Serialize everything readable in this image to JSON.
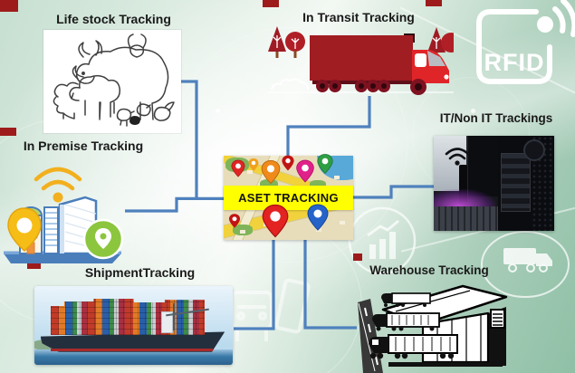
{
  "diagram": {
    "center": {
      "label": "ASET TRACKING"
    },
    "badge": {
      "label": "RFID"
    },
    "nodes": {
      "life_stock": {
        "label": "Life stock Tracking"
      },
      "in_transit": {
        "label": "In Transit Tracking"
      },
      "in_premise": {
        "label": "In Premise Tracking"
      },
      "it_non_it": {
        "label": "IT/Non IT Trackings"
      },
      "shipment": {
        "label": "ShipmentTracking"
      },
      "warehouse": {
        "label": "Warehouse Tracking"
      }
    }
  },
  "colors": {
    "connector": "#4f81bd",
    "banner_bg": "#ffff00",
    "banner_text": "#141414",
    "label_text": "#1a1a1a",
    "truck_trailer": "#a01d22",
    "truck_cab": "#e02529",
    "accent_chip": "#9e1b1b",
    "bg_green": "#a9cdb9"
  }
}
